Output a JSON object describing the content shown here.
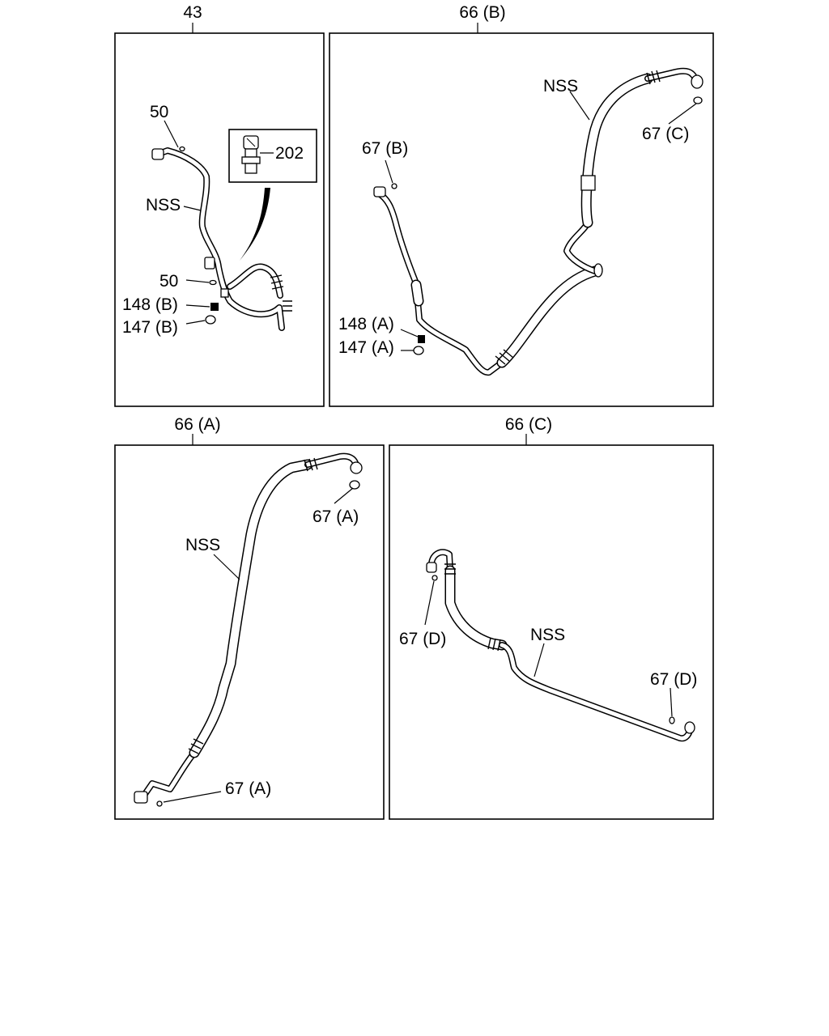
{
  "panels": {
    "p43": {
      "callout": "43",
      "labels": [
        "50",
        "NSS",
        "50",
        "148 (B)",
        "147 (B)"
      ],
      "inset_label": "202"
    },
    "p66b": {
      "callout": "66 (B)",
      "labels": [
        "NSS",
        "67 (C)",
        "67 (B)",
        "148 (A)",
        "147 (A)"
      ]
    },
    "p66a": {
      "callout": "66 (A)",
      "labels": [
        "NSS",
        "67 (A)",
        "67 (A)"
      ]
    },
    "p66c": {
      "callout": "66 (C)",
      "labels": [
        "NSS",
        "67 (D)",
        "67 (D)"
      ]
    }
  }
}
